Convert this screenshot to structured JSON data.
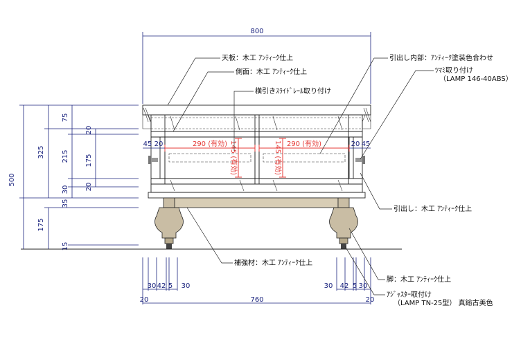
{
  "dimensions": {
    "top_width": "800",
    "bottom_width": "760",
    "total_height": "500",
    "upper_height": "325",
    "h75": "75",
    "h215": "215",
    "h20a": "20",
    "h175a": "175",
    "h20b": "20",
    "h30": "30",
    "h35": "35",
    "leg_height": "175",
    "h15": "15",
    "side_left_45": "45",
    "side_left_20": "20",
    "side_right_20": "20",
    "side_right_45": "45",
    "drawer_w_left": "290 (有効)",
    "drawer_w_right": "290 (有効)",
    "drawer_h_left": "145\n(有効)",
    "drawer_h_right": "145\n(有効)",
    "bottom_left": [
      "30",
      "42",
      "5",
      "30"
    ],
    "bottom_right": [
      "30",
      "42",
      "5",
      "30"
    ],
    "bottom_20_left": "20",
    "bottom_20_right": "20"
  },
  "labels": {
    "top_board": "天板：木工 ｱﾝﾃｨｰｸ仕上",
    "side_panel": "側面：木工 ｱﾝﾃｨｰｸ仕上",
    "slide_rail": "横引きｽﾗｲﾄﾞﾚｰﾙ取り付け",
    "drawer_inner": "引出し内部：ｱﾝﾃｨｰｸ塗装色合わせ",
    "knob_line1": "ﾂﾏﾐ取り付け",
    "knob_line2": "（LAMP 146-40ABS）",
    "drawer": "引出し：木工 ｱﾝﾃｨｰｸ仕上",
    "reinforcement": "補強材：木工 ｱﾝﾃｨｰｸ仕上",
    "leg": "脚：木工 ｱﾝﾃｨｰｸ仕上",
    "adjuster_line1": "ｱｼﾞｬｽﾀｰ取付け",
    "adjuster_line2": "（LAMP TN-25型） 真鍮古美色"
  },
  "colors": {
    "dimension": "#1a237e",
    "red_dimension": "#e53935",
    "wood_leg": "#c9bda4",
    "rail": "#d8cdb5"
  }
}
